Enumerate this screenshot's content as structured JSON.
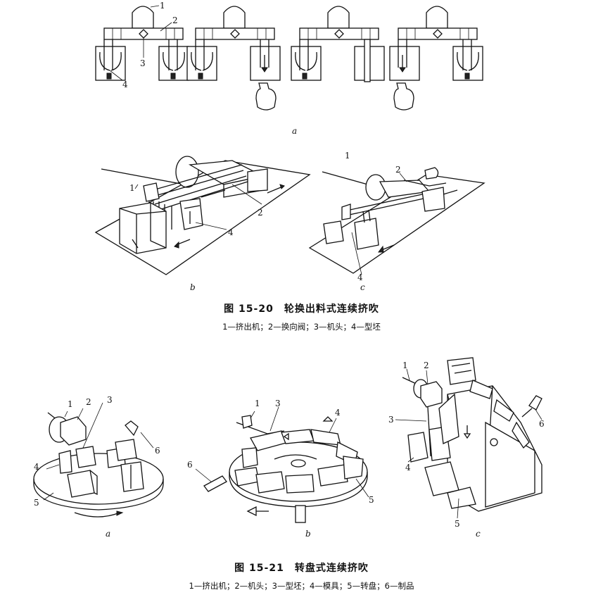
{
  "fig_15_20": {
    "title": "图 15-20　轮换出料式连续挤吹",
    "legend": "1—挤出机；2—换向阀；3—机头；4—型坯",
    "sub_a": "a",
    "sub_b": "b",
    "sub_c": "c",
    "a_labels": [
      "1",
      "2",
      "3",
      "4"
    ],
    "b_labels": [
      "1",
      "2",
      "4"
    ],
    "c_labels": [
      "1",
      "2",
      "4"
    ]
  },
  "fig_15_21": {
    "title": "图 15-21　转盘式连续挤吹",
    "legend": "1—挤出机；2—机头；3—型坯；4—模具；5—转盘；6—制品",
    "sub_a": "a",
    "sub_b": "b",
    "sub_c": "c",
    "a_labels": [
      "1",
      "2",
      "3",
      "4",
      "5",
      "6"
    ],
    "b_labels": [
      "1",
      "3",
      "4",
      "5",
      "6"
    ],
    "c_labels": [
      "1",
      "2",
      "3",
      "4",
      "5",
      "6"
    ]
  }
}
